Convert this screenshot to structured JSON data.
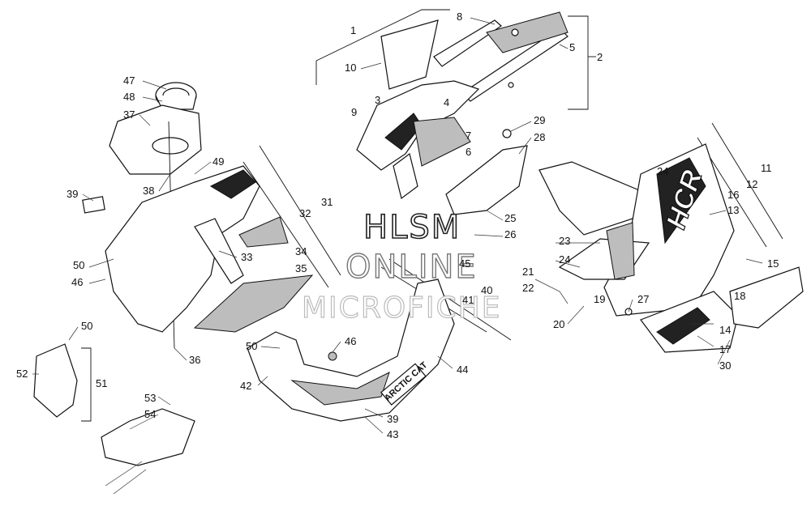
{
  "watermark": {
    "line1": "HLSM",
    "line2": "ONLINE",
    "line3": "MICROFICHE"
  },
  "decals": {
    "brand": "ARCTIC CAT",
    "model": "HCR"
  },
  "callouts": [
    "1",
    "2",
    "3",
    "4",
    "5",
    "6",
    "7",
    "8",
    "9",
    "10",
    "11",
    "12",
    "13",
    "14",
    "15",
    "16",
    "17",
    "18",
    "19",
    "20",
    "21",
    "22",
    "23",
    "24",
    "24",
    "25",
    "26",
    "27",
    "28",
    "29",
    "30",
    "31",
    "32",
    "33",
    "34",
    "35",
    "36",
    "37",
    "38",
    "39",
    "39",
    "40",
    "41",
    "42",
    "43",
    "44",
    "45",
    "46",
    "46",
    "47",
    "48",
    "49",
    "50",
    "50",
    "50",
    "51",
    "52",
    "53",
    "54"
  ]
}
